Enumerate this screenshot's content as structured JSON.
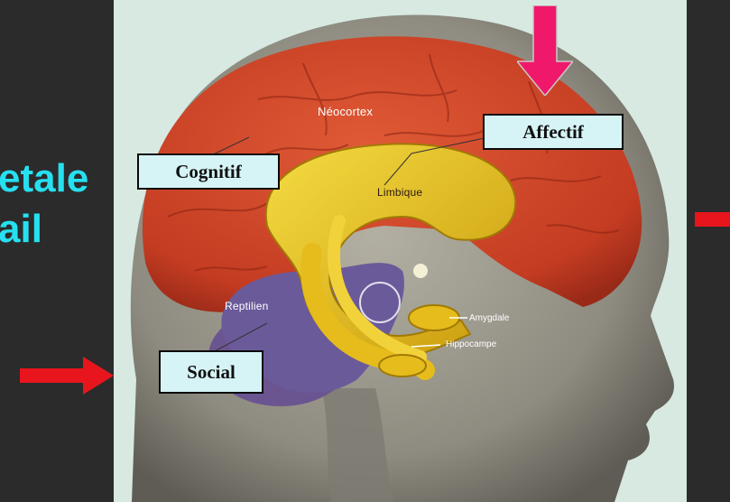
{
  "slide": {
    "text_lines": [
      "etale",
      "ail"
    ],
    "text_color": "#26e0f0",
    "background": "#2b2b2b"
  },
  "callouts": {
    "cognitif": "Cognitif",
    "affectif": "Affectif",
    "social": "Social"
  },
  "structures": {
    "neocortex": "Néocortex",
    "limbique": "Limbique",
    "reptilien": "Reptilien",
    "amygdale": "Amygdale",
    "hippocampe": "Hippocampe"
  },
  "colors": {
    "neocortex": "#d6452a",
    "limbic": "#e8c01a",
    "reptilian": "#6a5a9a",
    "callout_bg": "#d6f4f6",
    "arrow_red": "#e8151d",
    "arrow_pink": "#f0186a"
  }
}
